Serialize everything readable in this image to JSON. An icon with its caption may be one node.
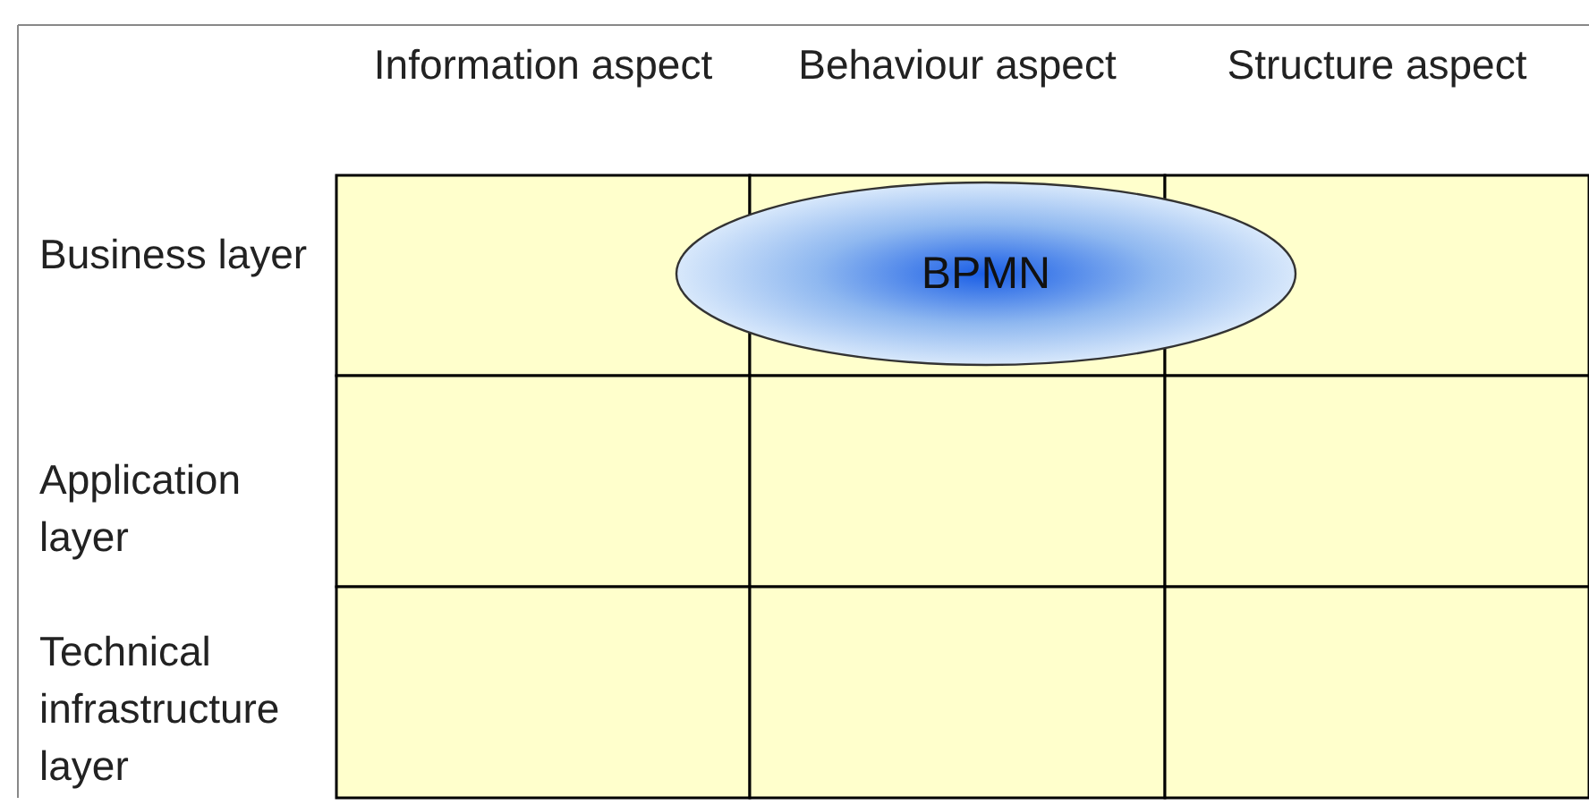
{
  "diagram": {
    "nodes": [
      {
        "text": [
          "BPMN"
        ]
      }
    ],
    "edges": [],
    "labels": [
      "Information aspect",
      "Behaviour aspect",
      "Structure aspect",
      "Business layer",
      "Application layer",
      "Technical infrastructure layer"
    ]
  }
}
